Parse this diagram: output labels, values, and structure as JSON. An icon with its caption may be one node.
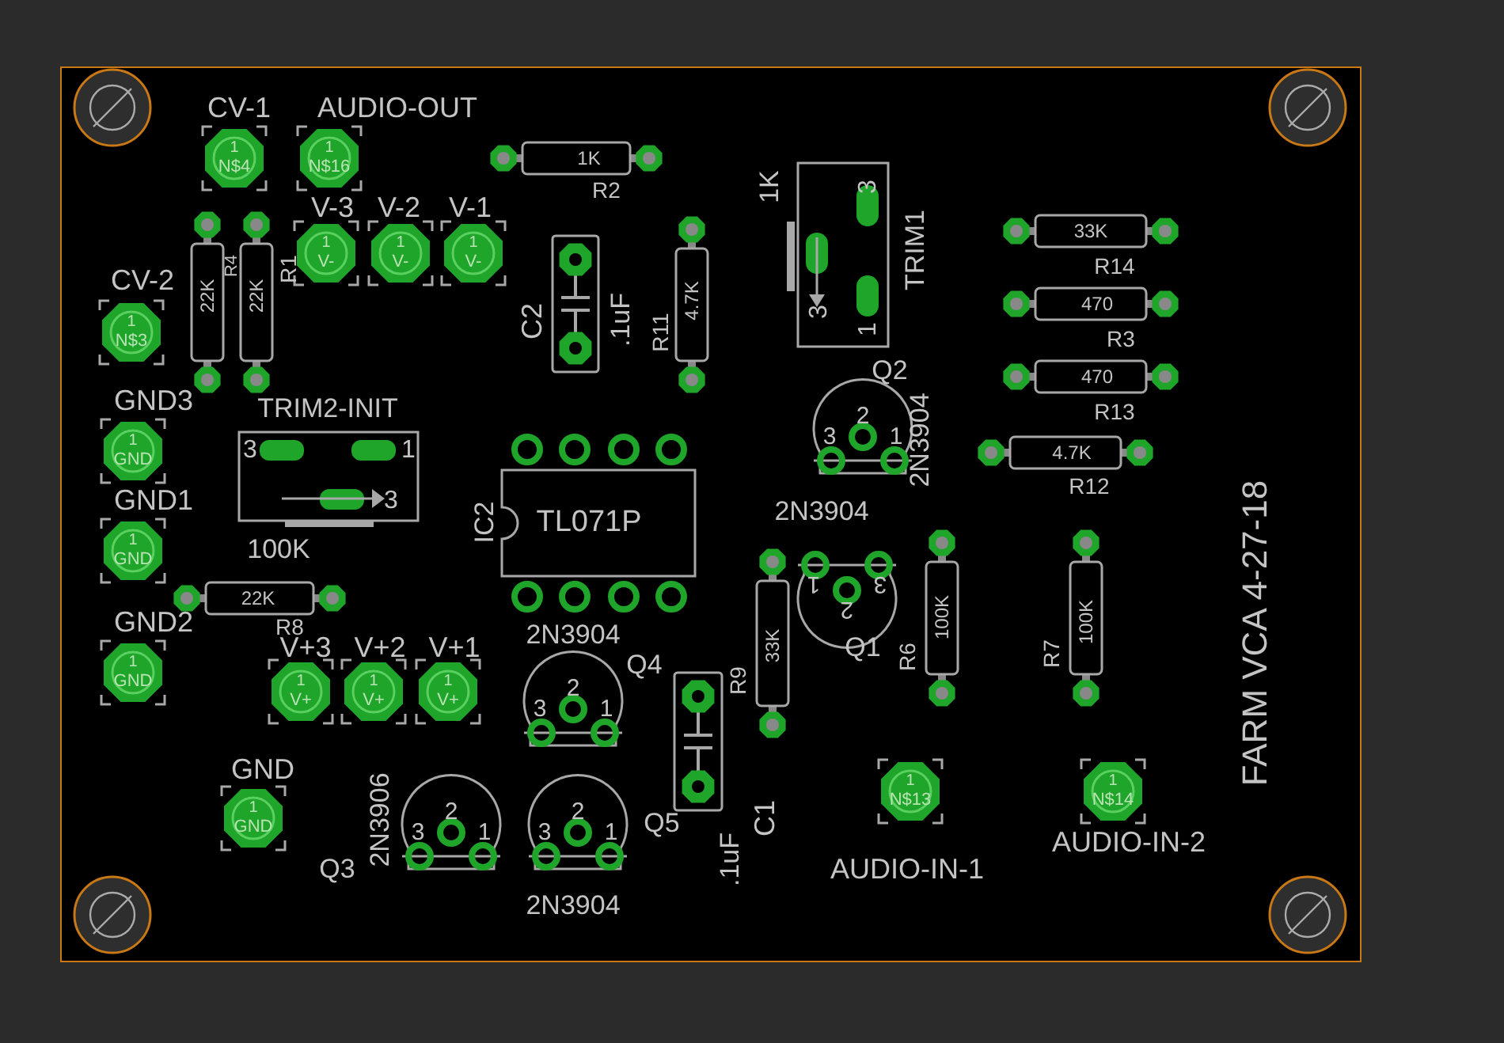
{
  "diagram": {
    "nodes": [
      {
        "text": [
          "1",
          "N$4"
        ],
        "beside": [
          "CV-1"
        ]
      },
      {
        "text": [
          "1",
          "N$16"
        ],
        "beside": [
          "AUDIO-OUT"
        ]
      },
      {
        "text": [
          "1K"
        ],
        "beside": [
          "R2"
        ]
      },
      {
        "text": [
          "1",
          "V-"
        ],
        "beside": [
          "V-3"
        ]
      },
      {
        "text": [
          "1",
          "V-"
        ],
        "beside": [
          "V-2"
        ]
      },
      {
        "text": [
          "1",
          "V-"
        ],
        "beside": [
          "V-1"
        ]
      },
      {
        "text": [],
        "shape": "box",
        "beside": [
          ".1uF",
          "C2"
        ]
      },
      {
        "text": [
          "4.7K"
        ],
        "beside": [
          "R11"
        ]
      },
      {
        "text": [
          "3",
          "3",
          "1"
        ],
        "beside": [
          "1K",
          "TRIM1"
        ]
      },
      {
        "text": [
          "33K"
        ],
        "beside": [
          "R14"
        ]
      },
      {
        "text": [
          "470"
        ],
        "beside": [
          "R3"
        ]
      },
      {
        "text": [
          "470"
        ],
        "beside": [
          "R13"
        ]
      },
      {
        "text": [
          "4.7K"
        ],
        "beside": [
          "R12"
        ]
      },
      {
        "text": [
          "1",
          "N$3"
        ],
        "beside": [
          "CV-2"
        ]
      },
      {
        "text": [
          "22K"
        ],
        "beside": [
          "R4"
        ]
      },
      {
        "text": [
          "22K"
        ],
        "beside": [
          "R1"
        ]
      },
      {
        "text": [
          "1",
          "GND"
        ],
        "beside": [
          "GND3"
        ]
      },
      {
        "text": [
          "3",
          "1",
          "3"
        ],
        "beside": [
          "TRIM2-INIT",
          "100K"
        ]
      },
      {
        "text": [
          "TL071P"
        ],
        "beside": [
          "IC2"
        ]
      },
      {
        "text": [
          "3",
          "2",
          "1"
        ],
        "beside": [
          "Q2",
          "2N3904"
        ]
      },
      {
        "text": [
          "1",
          "GND"
        ],
        "beside": [
          "GND1"
        ]
      },
      {
        "text": [
          "22K"
        ],
        "beside": [
          "R8"
        ]
      },
      {
        "text": [
          "1",
          "2",
          "3"
        ],
        "beside": [
          "2N3904",
          "Q1"
        ]
      },
      {
        "text": [
          "33K"
        ],
        "beside": [
          "R9"
        ]
      },
      {
        "text": [
          "100K"
        ],
        "beside": [
          "R6"
        ]
      },
      {
        "text": [
          "100K"
        ],
        "beside": [
          "R7"
        ]
      },
      {
        "text": [
          "1",
          "GND"
        ],
        "beside": [
          "GND2"
        ]
      },
      {
        "text": [
          "1",
          "V+"
        ],
        "beside": [
          "V+3"
        ]
      },
      {
        "text": [
          "1",
          "V+"
        ],
        "beside": [
          "V+2"
        ]
      },
      {
        "text": [
          "1",
          "V+"
        ],
        "beside": [
          "V+1"
        ]
      },
      {
        "text": [
          "3",
          "2",
          "1"
        ],
        "beside": [
          "2N3904",
          "Q4"
        ]
      },
      {
        "text": [],
        "shape": "box",
        "beside": [
          ".1uF",
          "C1"
        ]
      },
      {
        "text": [
          "1",
          "N$13"
        ],
        "beside": [
          "AUDIO-IN-1"
        ]
      },
      {
        "text": [
          "1",
          "N$14"
        ],
        "beside": [
          "AUDIO-IN-2"
        ]
      },
      {
        "text": [
          "1",
          "GND"
        ],
        "beside": [
          "GND"
        ]
      },
      {
        "text": [
          "3",
          "2",
          "1"
        ],
        "beside": [
          "2N3906",
          "Q3"
        ]
      },
      {
        "text": [
          "3",
          "2",
          "1"
        ],
        "beside": [
          "Q5",
          "2N3904"
        ]
      }
    ],
    "labels": [
      "FARM VCA 4-27-18"
    ]
  }
}
